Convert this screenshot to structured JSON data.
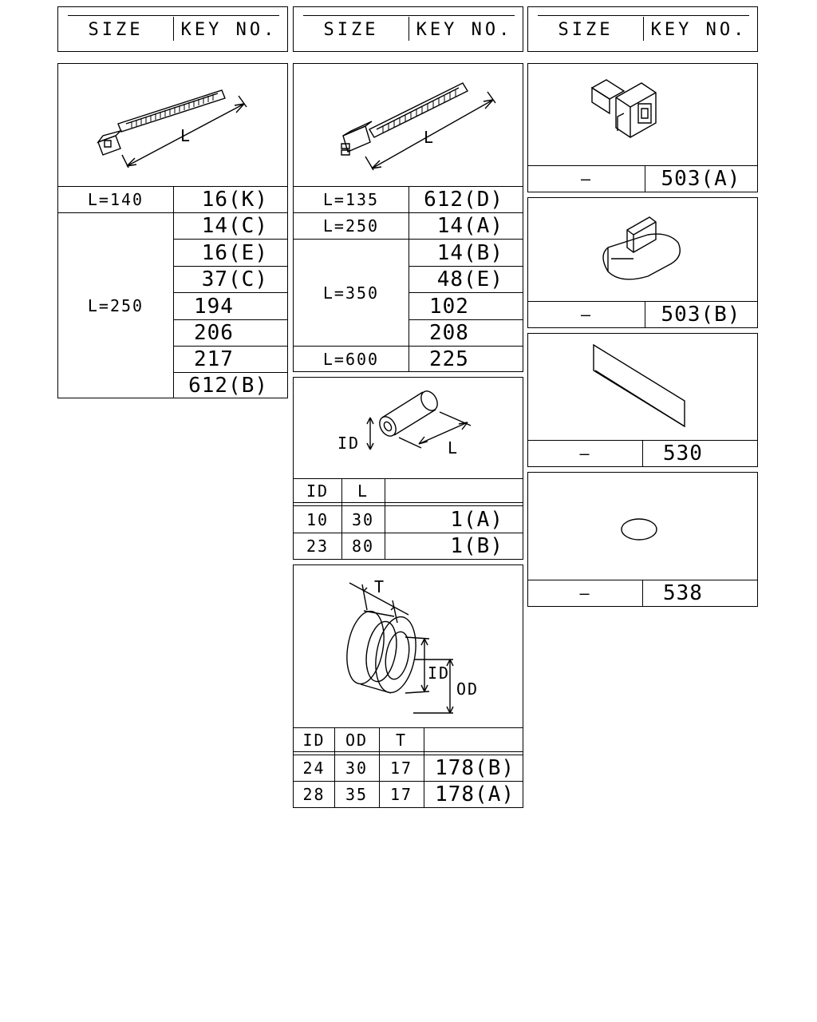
{
  "header": {
    "size_label": "SIZE",
    "key_label": "KEY NO."
  },
  "panel_1": {
    "rows": [
      {
        "size": "L=140",
        "keys": [
          "16(K)"
        ]
      },
      {
        "size": "L=250",
        "keys": [
          "14(C)",
          "16(E)",
          "37(C)",
          "194",
          "206",
          "217",
          "612(B)"
        ]
      }
    ],
    "dim_label": "L"
  },
  "panel_2": {
    "rows": [
      {
        "size": "L=135",
        "keys": [
          "612(D)"
        ]
      },
      {
        "size": "L=250",
        "keys": [
          "14(A)"
        ]
      },
      {
        "size": "L=350",
        "keys": [
          "14(B)",
          "48(E)",
          "102",
          "208"
        ]
      },
      {
        "size": "L=600",
        "keys": [
          "225"
        ]
      }
    ],
    "dim_label": "L"
  },
  "tube_panel": {
    "dim_id": "ID",
    "dim_l": "L",
    "columns": [
      "ID",
      "L",
      ""
    ],
    "rows": [
      {
        "id": "10",
        "l": "30",
        "key": "1(A)"
      },
      {
        "id": "23",
        "l": "80",
        "key": "1(B)"
      }
    ]
  },
  "grommet_panel": {
    "dim_t": "T",
    "dim_id": "ID",
    "dim_od": "OD",
    "columns": [
      "ID",
      "OD",
      "T",
      ""
    ],
    "rows": [
      {
        "id": "24",
        "od": "30",
        "t": "17",
        "key": "178(B)"
      },
      {
        "id": "28",
        "od": "35",
        "t": "17",
        "key": "178(A)"
      }
    ]
  },
  "col3_panels": [
    {
      "size": "—",
      "key": "503(A)"
    },
    {
      "size": "—",
      "key": "503(B)"
    },
    {
      "size": "—",
      "key": "530"
    },
    {
      "size": "—",
      "key": "538"
    }
  ]
}
